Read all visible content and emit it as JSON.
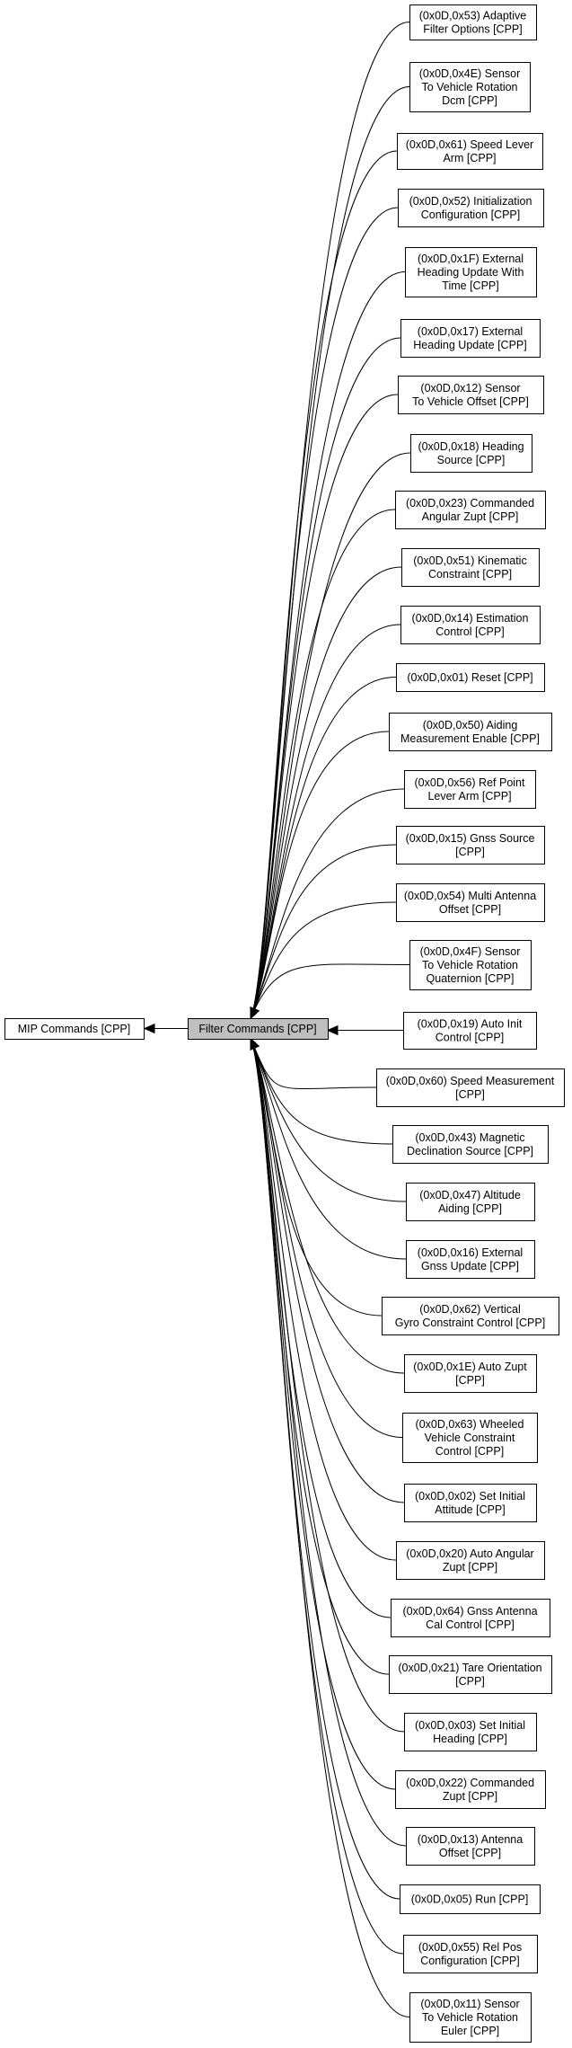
{
  "colors": {
    "background": "#ffffff",
    "node_fill": "#ffffff",
    "current_fill": "#bfbfbf",
    "border": "#000000",
    "edge": "#000000"
  },
  "parent": {
    "lines": [
      "MIP Commands [CPP]"
    ]
  },
  "current": {
    "lines": [
      "Filter Commands [CPP]"
    ]
  },
  "children": [
    {
      "lines": [
        "(0x0D,0x53) Adaptive",
        "Filter Options [CPP]"
      ]
    },
    {
      "lines": [
        "(0x0D,0x4E) Sensor",
        "To Vehicle Rotation",
        "Dcm [CPP]"
      ]
    },
    {
      "lines": [
        "(0x0D,0x61) Speed Lever",
        "Arm [CPP]"
      ]
    },
    {
      "lines": [
        "(0x0D,0x52) Initialization",
        "Configuration [CPP]"
      ]
    },
    {
      "lines": [
        "(0x0D,0x1F) External",
        "Heading Update With",
        "Time [CPP]"
      ]
    },
    {
      "lines": [
        "(0x0D,0x17) External",
        "Heading Update [CPP]"
      ]
    },
    {
      "lines": [
        "(0x0D,0x12) Sensor",
        "To Vehicle Offset [CPP]"
      ]
    },
    {
      "lines": [
        "(0x0D,0x18) Heading",
        "Source [CPP]"
      ]
    },
    {
      "lines": [
        "(0x0D,0x23) Commanded",
        "Angular Zupt [CPP]"
      ]
    },
    {
      "lines": [
        "(0x0D,0x51) Kinematic",
        "Constraint [CPP]"
      ]
    },
    {
      "lines": [
        "(0x0D,0x14) Estimation",
        "Control [CPP]"
      ]
    },
    {
      "lines": [
        "(0x0D,0x01) Reset [CPP]"
      ]
    },
    {
      "lines": [
        "(0x0D,0x50) Aiding",
        "Measurement Enable [CPP]"
      ]
    },
    {
      "lines": [
        "(0x0D,0x56) Ref Point",
        "Lever Arm [CPP]"
      ]
    },
    {
      "lines": [
        "(0x0D,0x15) Gnss Source",
        "[CPP]"
      ]
    },
    {
      "lines": [
        "(0x0D,0x54) Multi Antenna",
        "Offset [CPP]"
      ]
    },
    {
      "lines": [
        "(0x0D,0x4F) Sensor",
        "To Vehicle Rotation",
        "Quaternion [CPP]"
      ]
    },
    {
      "lines": [
        "(0x0D,0x19) Auto Init",
        "Control [CPP]"
      ]
    },
    {
      "lines": [
        "(0x0D,0x60) Speed Measurement",
        "[CPP]"
      ]
    },
    {
      "lines": [
        "(0x0D,0x43) Magnetic",
        "Declination Source [CPP]"
      ]
    },
    {
      "lines": [
        "(0x0D,0x47) Altitude",
        "Aiding [CPP]"
      ]
    },
    {
      "lines": [
        "(0x0D,0x16) External",
        "Gnss Update [CPP]"
      ]
    },
    {
      "lines": [
        "(0x0D,0x62) Vertical",
        "Gyro Constraint Control [CPP]"
      ]
    },
    {
      "lines": [
        "(0x0D,0x1E) Auto Zupt",
        "[CPP]"
      ]
    },
    {
      "lines": [
        "(0x0D,0x63) Wheeled",
        "Vehicle Constraint",
        "Control [CPP]"
      ]
    },
    {
      "lines": [
        "(0x0D,0x02) Set Initial",
        "Attitude [CPP]"
      ]
    },
    {
      "lines": [
        "(0x0D,0x20) Auto Angular",
        "Zupt [CPP]"
      ]
    },
    {
      "lines": [
        "(0x0D,0x64) Gnss Antenna",
        "Cal Control [CPP]"
      ]
    },
    {
      "lines": [
        "(0x0D,0x21) Tare Orientation",
        "[CPP]"
      ]
    },
    {
      "lines": [
        "(0x0D,0x03) Set Initial",
        "Heading [CPP]"
      ]
    },
    {
      "lines": [
        "(0x0D,0x22) Commanded",
        "Zupt [CPP]"
      ]
    },
    {
      "lines": [
        "(0x0D,0x13) Antenna",
        "Offset [CPP]"
      ]
    },
    {
      "lines": [
        "(0x0D,0x05) Run [CPP]"
      ]
    },
    {
      "lines": [
        "(0x0D,0x55) Rel Pos",
        "Configuration [CPP]"
      ]
    },
    {
      "lines": [
        "(0x0D,0x11) Sensor",
        "To Vehicle Rotation",
        "Euler [CPP]"
      ]
    }
  ]
}
